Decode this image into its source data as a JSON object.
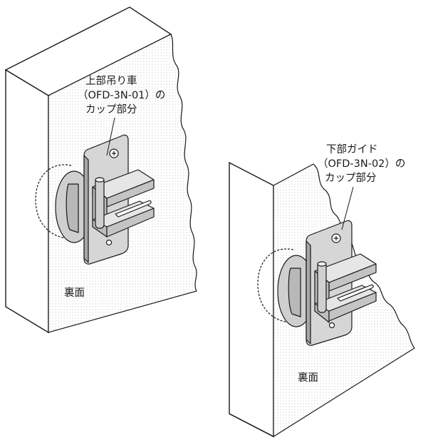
{
  "figure": {
    "top_callout": {
      "line1": "上部吊り車",
      "line2": "（OFD-3N-01）の",
      "line3": "カップ部分"
    },
    "bottom_callout": {
      "line1": "下部ガイド",
      "line2": "（OFD-3N-02）の",
      "line3": "カップ部分"
    },
    "back_label_top": "裏面",
    "back_label_bottom": "裏面"
  },
  "colors": {
    "line": "#1a1a1a",
    "panel_shade": "#ececec",
    "metal_light": "#e6e6e6",
    "metal_mid": "#cfcfcf",
    "metal_dark": "#b0b0b0"
  }
}
